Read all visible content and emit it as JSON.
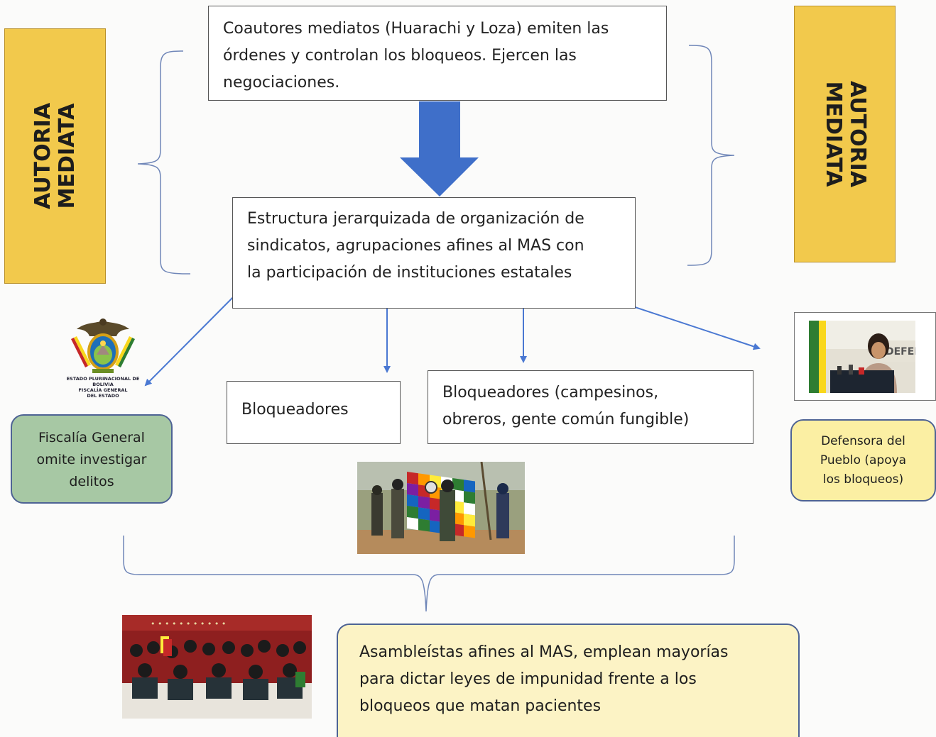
{
  "labels": {
    "left": [
      "AUTORIA",
      "MEDIATA"
    ],
    "right": [
      "AUTORIA",
      "MEDIATA"
    ]
  },
  "boxes": {
    "top": [
      "Coautores mediatos (Huarachi y Loza) emiten las",
      "órdenes y controlan los bloqueos. Ejercen las",
      "negociaciones."
    ],
    "middle": [
      "Estructura jerarquizada de organización de",
      "sindicatos, agrupaciones afines al MAS con",
      "la participación de instituciones estatales"
    ],
    "bloqueadores": "Bloqueadores",
    "bloqueadores_detalle": [
      "Bloqueadores (campesinos,",
      "obreros, gente común fungible)"
    ],
    "fiscalia": [
      "Fiscalía General",
      "omite investigar",
      "delitos"
    ],
    "defensora": [
      "Defensora del",
      "Pueblo (apoya",
      "los bloqueos)"
    ],
    "asambleistas": [
      "Asambleístas afines al MAS, emplean mayorías",
      "para dictar leyes de impunidad frente a los",
      "bloqueos que matan pacientes"
    ]
  },
  "logo": {
    "icon": "bolivia-coat-of-arms-icon",
    "lines": [
      "ESTADO PLURINACIONAL DE BOLIVIA",
      "FISCALÍA GENERAL",
      "DEL ESTADO"
    ]
  },
  "images": {
    "defensora_photo": "photo-press-conference-icon",
    "bloqueo_photo": "photo-blockade-wiphala-icon",
    "asamblea_photo": "photo-assembly-group-icon"
  },
  "colors": {
    "label_fill": "#f2c94c",
    "arrow_main": "#3f6fc9",
    "arrow_thin": "#4a78d2",
    "brace": "#6f86b8",
    "fiscalia_fill": "#a7c8a4",
    "defensora_fill": "#fbefa3",
    "asamb_fill": "#fcf3c5"
  }
}
